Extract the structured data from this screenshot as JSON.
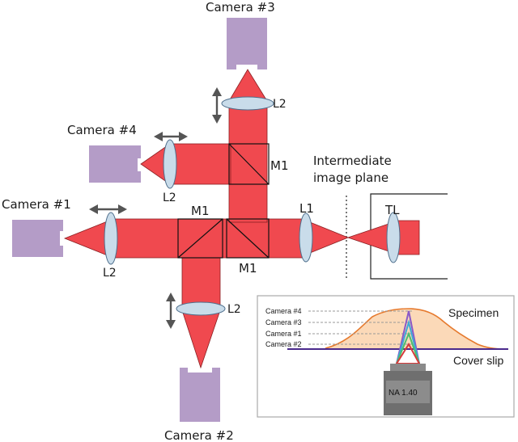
{
  "labels": {
    "camera1": "Camera #1",
    "camera2": "Camera #2",
    "camera3": "Camera #3",
    "camera4": "Camera #4",
    "l2_left": "L2",
    "l2_cam4": "L2",
    "l2_top": "L2",
    "l2_bottom": "L2",
    "m1_top_center": "M1",
    "m1_upper_right": "M1",
    "m1_bottom": "M1",
    "l1": "L1",
    "tl": "TL",
    "intermediate_line1": "Intermediate",
    "intermediate_line2": "image plane"
  },
  "inset": {
    "cameras": [
      "Camera #4",
      "Camera #3",
      "Camera #1",
      "Camera #2"
    ],
    "specimen": "Specimen",
    "cover_slip": "Cover slip",
    "objective": "NA 1.40"
  },
  "colors": {
    "beam": "#f0494f",
    "camera": "#b49cc7",
    "lens": "#c9dcea",
    "specimen_fill": "#fbd9b8",
    "specimen_line": "#e67a2e",
    "cover_slip": "#4b2a8c"
  }
}
